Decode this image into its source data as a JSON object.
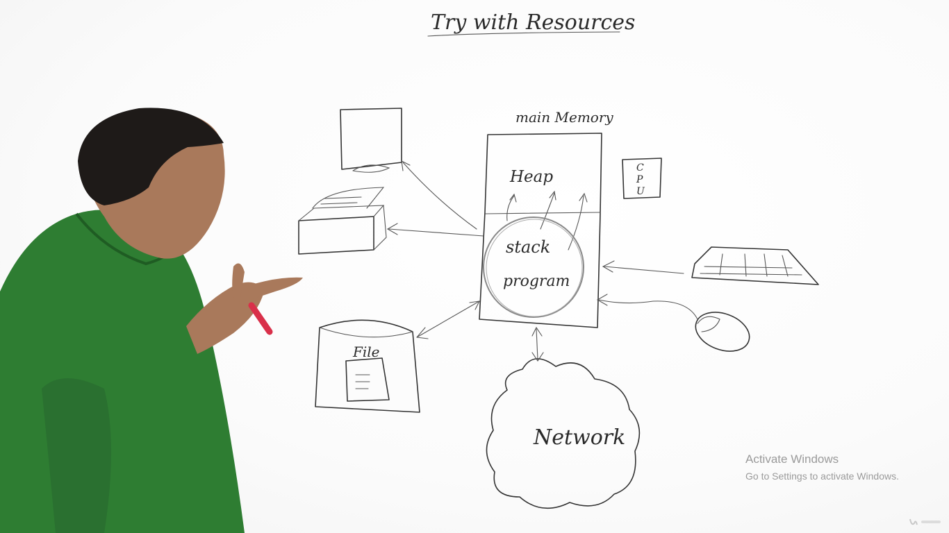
{
  "board": {
    "title": "Try with Resources",
    "labels": {
      "main_memory": "main Memory",
      "heap": "Heap",
      "stack": "stack",
      "program": "program",
      "cpu": [
        "C",
        "P",
        "U"
      ],
      "file": "File",
      "network": "Network"
    }
  },
  "watermark": {
    "title": "Activate Windows",
    "subtitle": "Go to Settings to activate Windows."
  },
  "colors": {
    "shirt": "#2e7d32",
    "marker_ink": "#333333",
    "marker": "#d9304a"
  }
}
